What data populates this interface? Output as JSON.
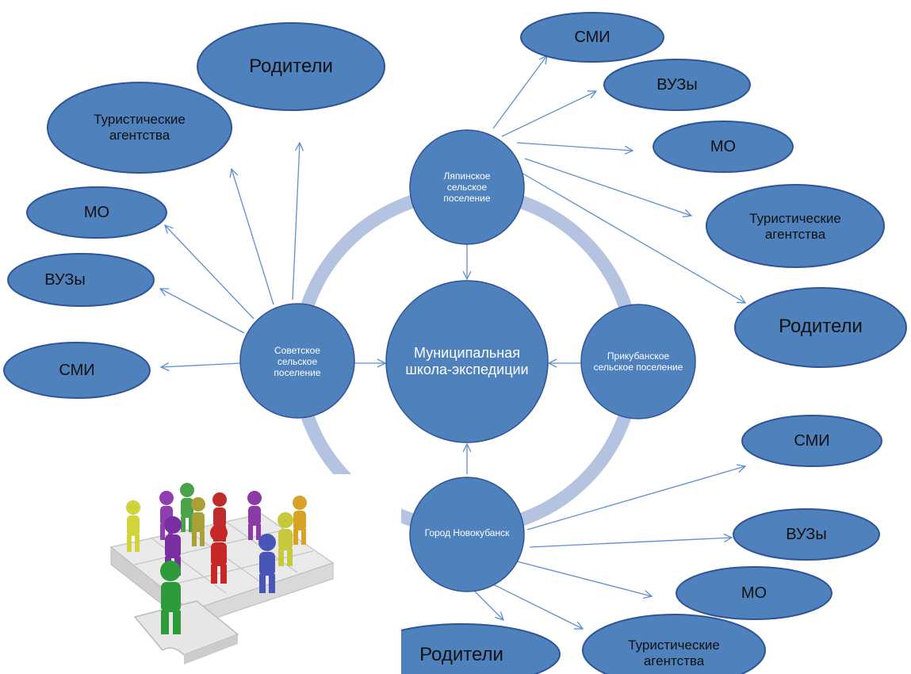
{
  "diagram": {
    "center": {
      "label": "Муниципальная школа-экспедиции"
    },
    "hubs": [
      {
        "id": "lyapinskoe",
        "label": "Ляпинское сельское поселение"
      },
      {
        "id": "sovetskoe",
        "label": "Советское сельское поселение"
      },
      {
        "id": "prikubanskoe",
        "label": "Прикубанское сельское поселение"
      },
      {
        "id": "novokubansk",
        "label": "Город Новокубанск"
      }
    ],
    "partners": {
      "sovetskoe": [
        "Родители",
        "Туристические агентства",
        "МО",
        "ВУЗы",
        "СМИ"
      ],
      "lyapinskoe": [
        "СМИ",
        "ВУЗы",
        "МО",
        "Туристические агентства",
        "Родители"
      ],
      "novokubansk": [
        "СМИ",
        "ВУЗы",
        "МО",
        "Туристические агентства",
        "Родители"
      ]
    },
    "illustration": {
      "name": "people-on-puzzle-image"
    },
    "colors": {
      "node_fill": "#4f81bd",
      "node_stroke": "#2f5597",
      "ring": "#b4c3e0",
      "arrow": "#5b8fd0",
      "hub_text": "#ffffff",
      "partner_text": "#111111"
    }
  }
}
